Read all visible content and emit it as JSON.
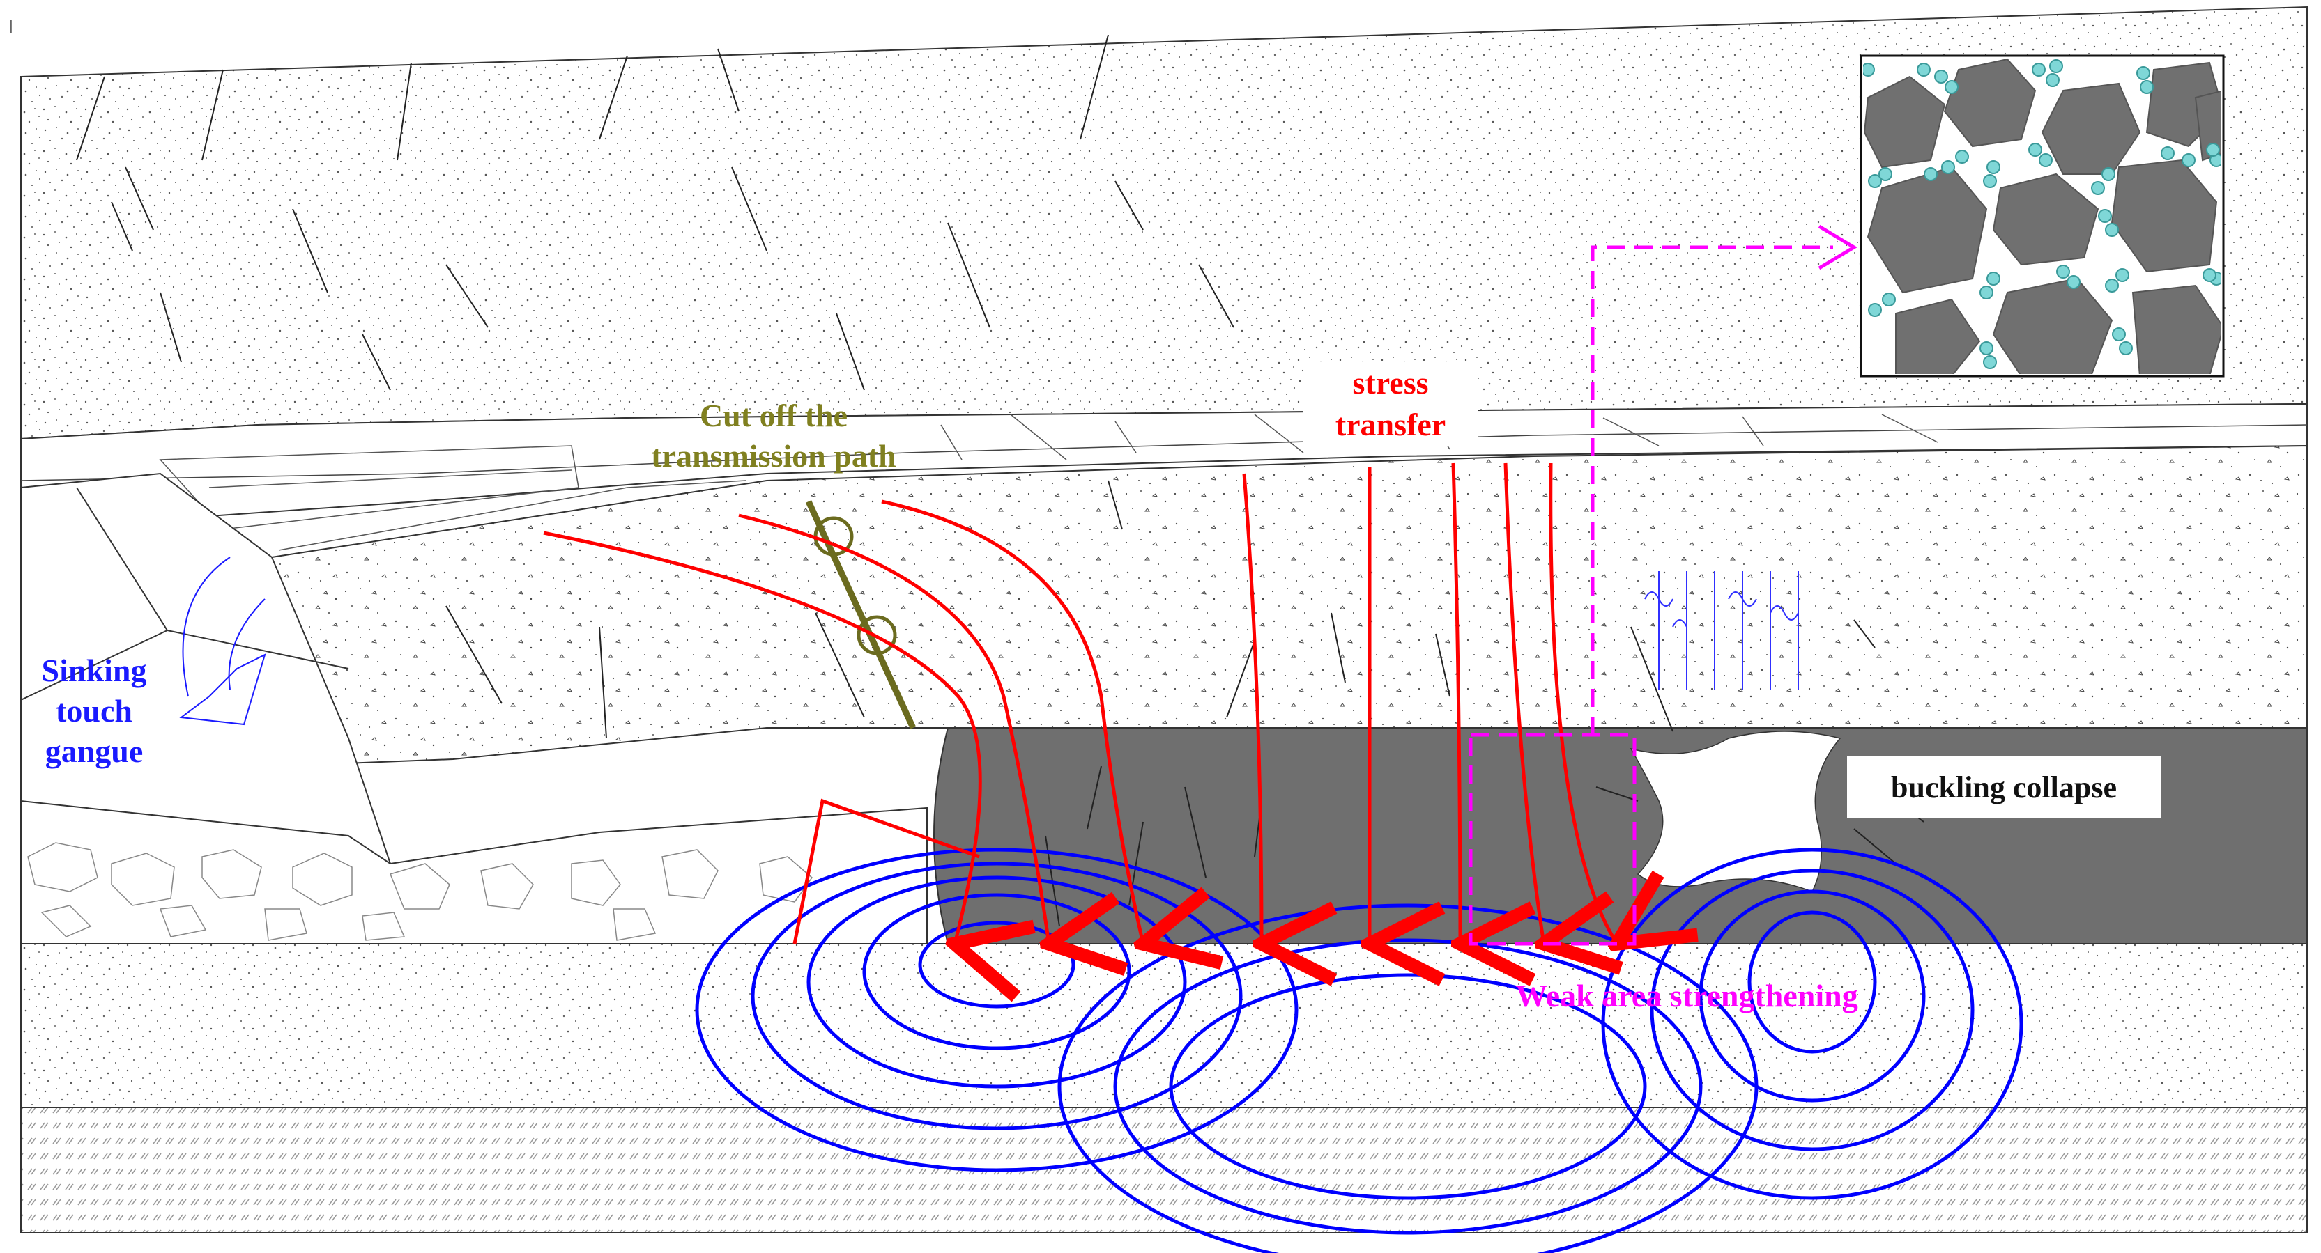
{
  "page_marker": "l",
  "labels": {
    "cut_off": [
      "Cut off the",
      "transmission path"
    ],
    "stress_transfer": [
      "stress",
      "transfer"
    ],
    "sinking": [
      "Sinking",
      "touch",
      "gangue"
    ],
    "buckling": "buckling collapse",
    "weak_area": "Weak area strengthening"
  },
  "colors": {
    "stress_lines": "#ff0000",
    "stress_label": "#ff0000",
    "cut_label": "#808020",
    "cut_line": "#6b6b1f",
    "sinking_label": "#1a1aff",
    "weak_label": "#ff00ff",
    "dashed_path": "#ff00ff",
    "contours": "#0000ff",
    "coal_seam": "#6f6f6f",
    "particle_gray": "#707070",
    "particle_cyan": "#7fd7d7"
  },
  "icons": {
    "sinking_arrow": "curved-arrow-icon",
    "cut_markers": "circle-marker-icon",
    "inset": "particle-structure-inset"
  }
}
